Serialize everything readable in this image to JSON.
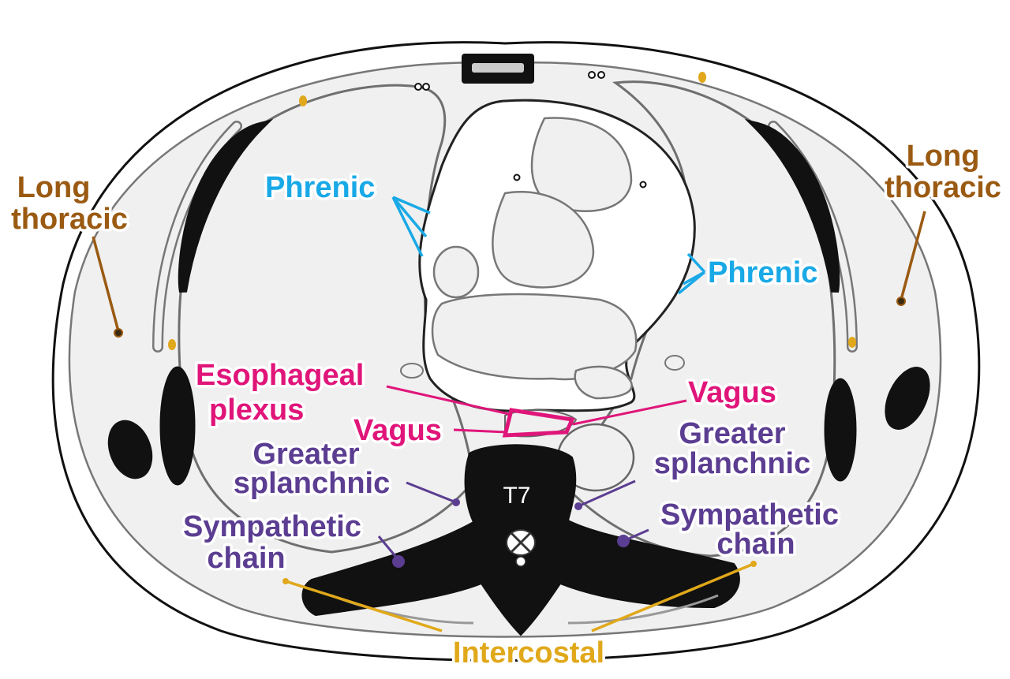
{
  "labels": {
    "long_thoracic_left_line1": "Long",
    "long_thoracic_left_line2": "thoracic",
    "long_thoracic_right_line1": "Long",
    "long_thoracic_right_line2": "thoracic",
    "phrenic_left": "Phrenic",
    "phrenic_right": "Phrenic",
    "esophageal_line1": "Esophageal",
    "esophageal_line2": "plexus",
    "vagus_left": "Vagus",
    "vagus_right": "Vagus",
    "greater_splanchnic_left_line1": "Greater",
    "greater_splanchnic_left_line2": "splanchnic",
    "greater_splanchnic_right_line1": "Greater",
    "greater_splanchnic_right_line2": "splanchnic",
    "sympathetic_left_line1": "Sympathetic",
    "sympathetic_left_line2": "chain",
    "sympathetic_right_line1": "Sympathetic",
    "sympathetic_right_line2": "chain",
    "intercostal": "Intercostal",
    "vertebra": "T7"
  },
  "colors": {
    "long_thoracic": "#9a5a12",
    "phrenic": "#19a9e6",
    "vagus": "#e0157a",
    "splanchnic": "#5b3d91",
    "intercostal": "#e0a81a",
    "bone": "#111111",
    "tissue": "#f0f0f0"
  }
}
